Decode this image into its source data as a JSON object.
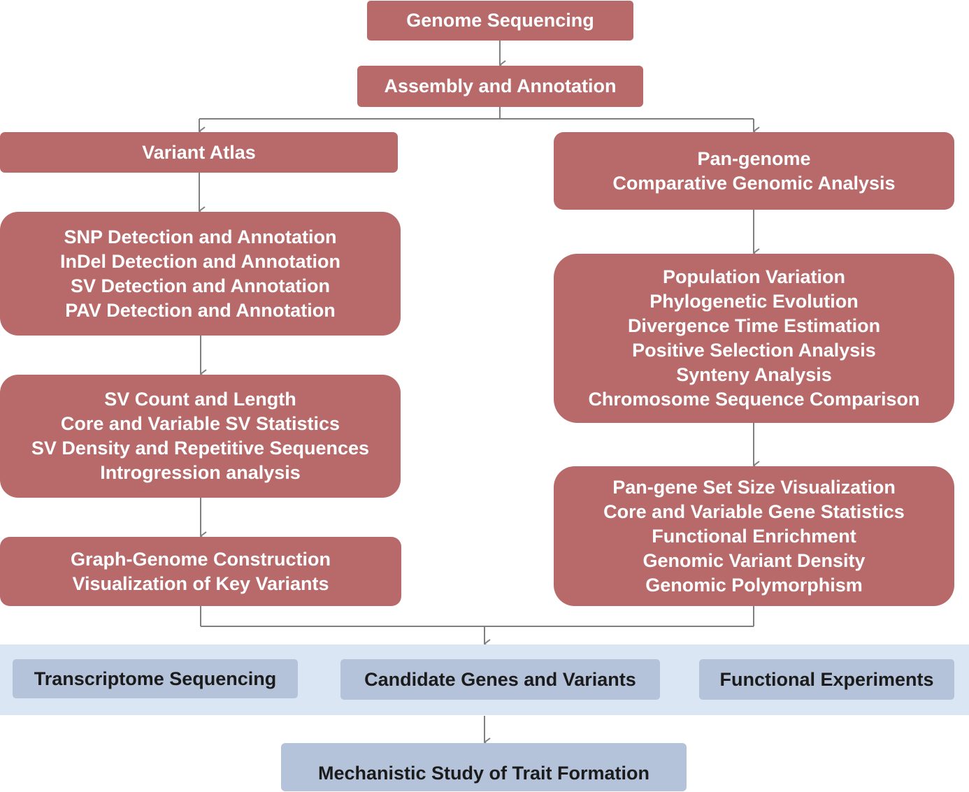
{
  "colors": {
    "primary_box": "#b86a6a",
    "secondary_box": "#b4c3d9",
    "band": "#dae6f3",
    "connector": "#7f7f7f"
  },
  "nodes": {
    "genome_sequencing": "Genome Sequencing",
    "assembly_annotation": "Assembly and Annotation",
    "variant_atlas": "Variant Atlas",
    "pan_genome": [
      "Pan-genome",
      "Comparative Genomic Analysis"
    ],
    "detection": [
      "SNP Detection and Annotation",
      "InDel Detection and Annotation",
      "SV Detection and Annotation",
      "PAV Detection and Annotation"
    ],
    "sv_stats": [
      "SV Count and Length",
      "Core and Variable SV Statistics",
      "SV Density and Repetitive Sequences",
      "Introgression analysis"
    ],
    "graph_genome": [
      "Graph-Genome Construction",
      "Visualization of Key Variants"
    ],
    "population": [
      "Population Variation",
      "Phylogenetic Evolution",
      "Divergence Time Estimation",
      "Positive Selection Analysis",
      "Synteny Analysis",
      "Chromosome Sequence Comparison"
    ],
    "pan_gene": [
      "Pan-gene Set Size Visualization",
      "Core and Variable Gene Statistics",
      "Functional Enrichment",
      "Genomic Variant Density",
      "Genomic Polymorphism"
    ],
    "transcriptome": "Transcriptome Sequencing",
    "candidate": "Candidate Genes and Variants",
    "functional_experiments": "Functional Experiments",
    "mechanistic": "Mechanistic Study of Trait Formation"
  }
}
